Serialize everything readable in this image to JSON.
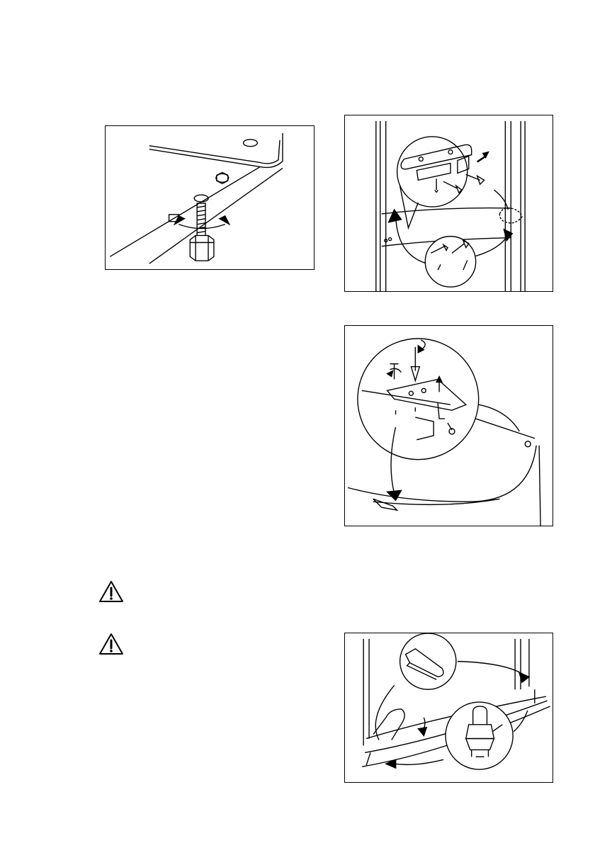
{
  "figures": [
    {
      "id": "leveling-foot",
      "icon": "adjustable-foot-illustration"
    },
    {
      "id": "upper-hinge",
      "icon": "upper-hinge-removal-illustration"
    },
    {
      "id": "middle-hinge",
      "icon": "middle-hinge-screwdriver-illustration"
    },
    {
      "id": "lower-hinge",
      "icon": "lower-hinge-pin-illustration"
    }
  ],
  "warnings": [
    {
      "icon": "warning-triangle-icon"
    },
    {
      "icon": "warning-triangle-icon"
    }
  ]
}
